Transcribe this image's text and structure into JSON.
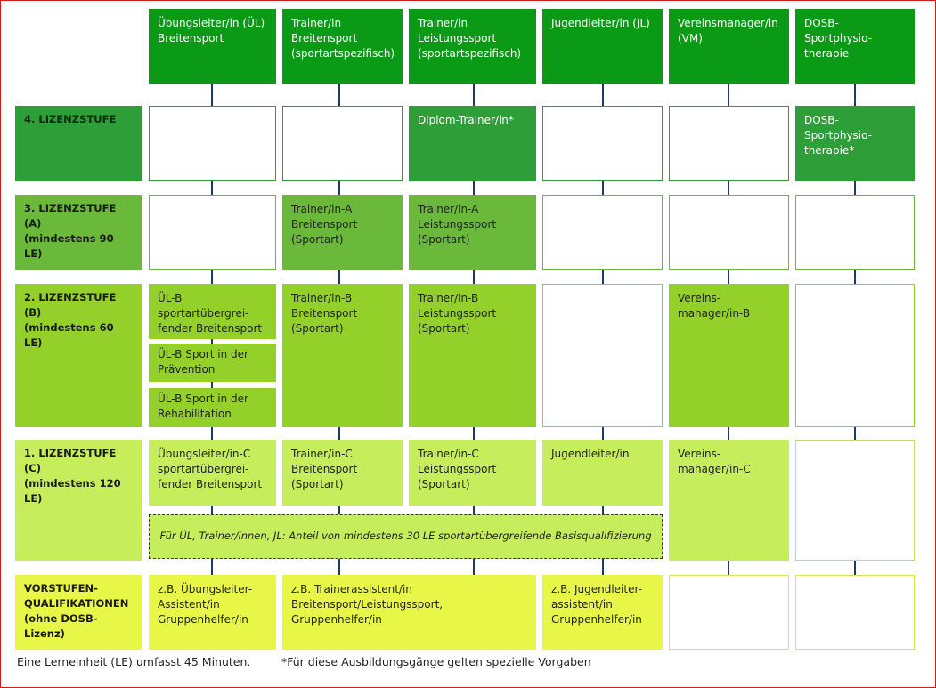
{
  "headers": [
    "Übungsleiter/in (ÜL)\nBreitensport",
    "Trainer/in\nBreitensport\n(sportartspezifisch)",
    "Trainer/in\nLeistungssport\n(sportartspezifisch)",
    "Jugendleiter/in (JL)",
    "Vereinsmanager/in\n(VM)",
    "DOSB-Sportphysio-\ntherapie"
  ],
  "levels": {
    "l4": "4. LIZENZSTUFE",
    "l3": "3. LIZENZSTUFE (A)\n(mindestens 90 LE)",
    "l2": "2. LIZENZSTUFE (B)\n(mindestens 60 LE)",
    "l1": "1. LIZENZSTUFE (C)\n(mindestens 120 LE)",
    "lv": "VORSTUFEN-\nQUALIFIKATIONEN\n(ohne DOSB-Lizenz)"
  },
  "cells": {
    "l4_trainer_ls": "Diplom-Trainer/in*",
    "l4_physio": "DOSB-Sportphysio-\ntherapie*",
    "l3_trainer_bs": "Trainer/in-A\nBreitensport\n(Sportart)",
    "l3_trainer_ls": "Trainer/in-A\nLeistungssport\n(Sportart)",
    "l2_ul_1": "ÜL-B\nsportartübergrei-\nfender Breitensport",
    "l2_ul_2": "ÜL-B Sport in der\nPrävention",
    "l2_ul_3": "ÜL-B Sport in der\nRehabilitation",
    "l2_trainer_bs": "Trainer/in-B\nBreitensport\n(Sportart)",
    "l2_trainer_ls": "Trainer/in-B\nLeistungssport\n(Sportart)",
    "l2_vm": "Vereins-\nmanager/in-B",
    "l1_ul": "Übungsleiter/in-C\nsportartübergrei-\nfender Breitensport",
    "l1_trainer_bs": "Trainer/in-C\nBreitensport\n(Sportart)",
    "l1_trainer_ls": "Trainer/in-C\nLeistungssport\n(Sportart)",
    "l1_jl": "Jugendleiter/in",
    "l1_vm": "Vereins-\nmanager/in-C",
    "l1_note": "Für ÜL, Trainer/innen, JL: Anteil von mindestens 30 LE sportartübergreifende Basisqualifizierung",
    "lv_ul": "z.B. Übungsleiter-\nAssistent/in\nGruppenhelfer/in",
    "lv_trainer": "z.B. Trainerassistent/in\nBreitensport/Leistungssport,\nGruppenhelfer/in",
    "lv_jl": "z.B. Jugendleiter-\nassistent/in\nGruppenhelfer/in"
  },
  "footer": {
    "left": "Eine Lerneinheit (LE) umfasst 45 Minuten.",
    "right": "*Für diese Ausbildungsgänge gelten spezielle Vorgaben"
  }
}
